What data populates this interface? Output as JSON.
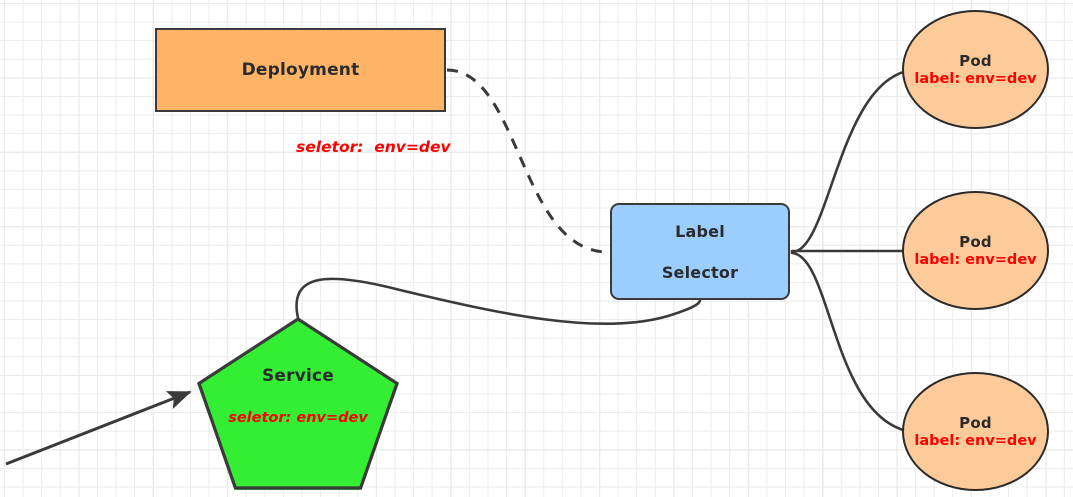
{
  "diagram": {
    "title": "Kubernetes Label Selector Diagram",
    "background": {
      "grid": "true",
      "minor_color": "#ebebeb",
      "major_color": "#dcdcdc",
      "page_color": "#ffffff"
    },
    "colors": {
      "deployment_fill": "#ffb366",
      "label_selector_fill": "#9bceff",
      "pod_fill": "#fccb99",
      "service_fill": "#33ee33",
      "stroke": "#3a3a3a",
      "accent_red": "#ff0000",
      "text_dark": "#2b2b2b"
    },
    "nodes": {
      "deployment": {
        "label": "Deployment",
        "shape": "rectangle"
      },
      "deployment_selector_caption": {
        "text": "seletor:  env=dev"
      },
      "label_selector": {
        "line1": "Label",
        "line2": "Selector",
        "shape": "rounded-rectangle"
      },
      "service": {
        "label": "Service",
        "selector": "seletor:  env=dev",
        "shape": "pentagon"
      },
      "pods": [
        {
          "label": "Pod",
          "selector": "label: env=dev",
          "shape": "ellipse"
        },
        {
          "label": "Pod",
          "selector": "label: env=dev",
          "shape": "ellipse"
        },
        {
          "label": "Pod",
          "selector": "label: env=dev",
          "shape": "ellipse"
        }
      ]
    },
    "edges": [
      {
        "name": "deployment-to-label-selector",
        "style": "dashed",
        "arrow": "none"
      },
      {
        "name": "service-to-label-selector",
        "style": "solid",
        "arrow": "none"
      },
      {
        "name": "external-to-service",
        "style": "solid",
        "arrow": "target"
      },
      {
        "name": "label-selector-to-pod-1",
        "style": "solid",
        "arrow": "none"
      },
      {
        "name": "label-selector-to-pod-2",
        "style": "solid",
        "arrow": "none"
      },
      {
        "name": "label-selector-to-pod-3",
        "style": "solid",
        "arrow": "none"
      }
    ]
  }
}
